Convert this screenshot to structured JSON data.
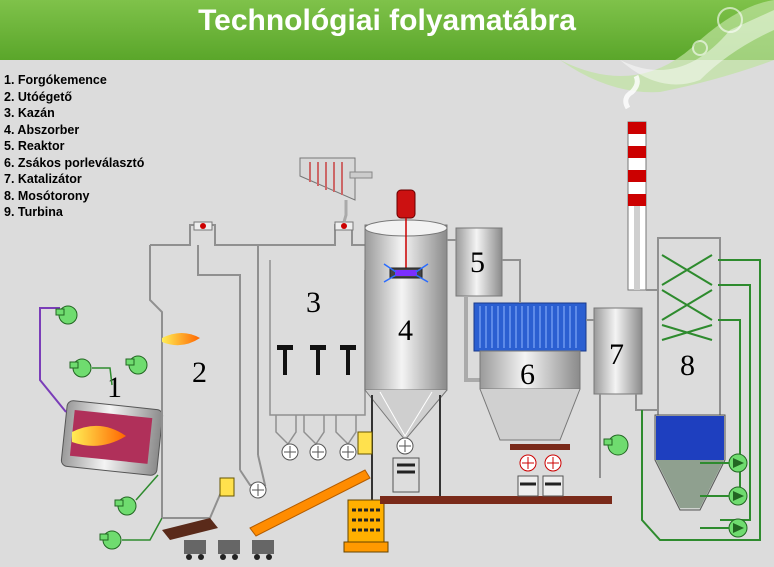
{
  "page": {
    "title": "Technológiai folyamatábra"
  },
  "legend": {
    "items": [
      "1. Forgókemence",
      "2. Utóégető",
      "3. Kazán",
      "4. Abszorber",
      "5. Reaktor",
      "6. Zsákos porleválasztó",
      "7. Katalizátor",
      "8. Mosótorony",
      "9. Turbina"
    ]
  },
  "diagram": {
    "numbers": [
      "1",
      "2",
      "3",
      "4",
      "5",
      "6",
      "7",
      "8"
    ],
    "colors": {
      "pipe": "#cc0000",
      "flue_duct": "#909090",
      "water_line": "#2e8b2e",
      "conveyor": "#ff8c00",
      "filter_tubes": "#2b5fd1",
      "scrubber_liquid": "#1e3fbf",
      "chimney_red": "#cc0000",
      "fan": "#6fdc6f",
      "header_green": "#6db33f"
    },
    "icons": [
      "fan-icon",
      "pump-icon",
      "flame-icon",
      "valve-icon",
      "hammer-icon",
      "wagon-icon",
      "turbine-icon"
    ]
  }
}
